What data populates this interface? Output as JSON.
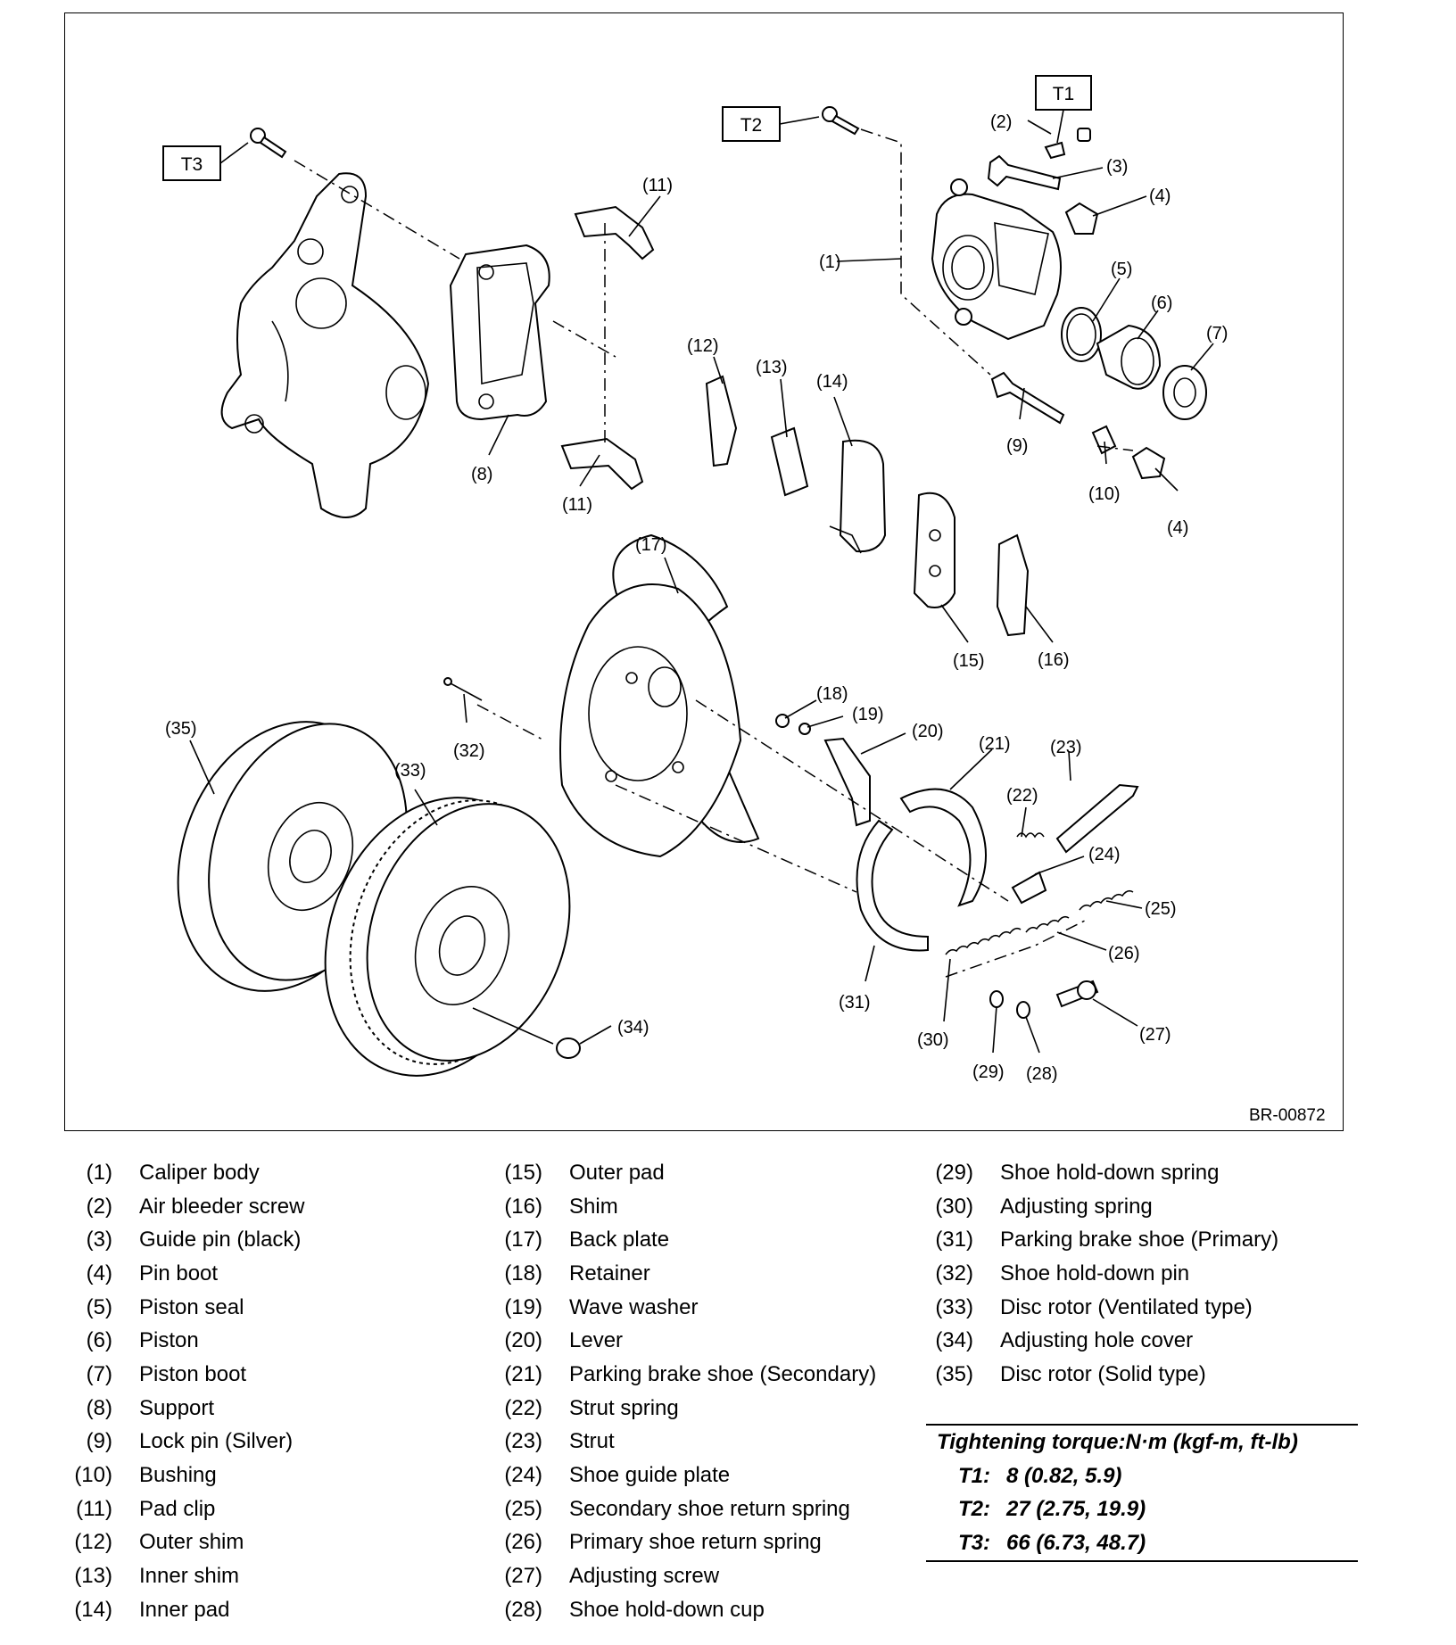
{
  "figure": {
    "code": "BR-00872",
    "torque_boxes": [
      "T1",
      "T2",
      "T3"
    ],
    "callouts": {
      "c1": "(1)",
      "c2": "(2)",
      "c3": "(3)",
      "c4a": "(4)",
      "c4b": "(4)",
      "c5": "(5)",
      "c6": "(6)",
      "c7": "(7)",
      "c8": "(8)",
      "c9": "(9)",
      "c10": "(10)",
      "c11a": "(11)",
      "c11b": "(11)",
      "c12": "(12)",
      "c13": "(13)",
      "c14": "(14)",
      "c15": "(15)",
      "c16": "(16)",
      "c17": "(17)",
      "c18": "(18)",
      "c19": "(19)",
      "c20": "(20)",
      "c21": "(21)",
      "c22": "(22)",
      "c23": "(23)",
      "c24": "(24)",
      "c25": "(25)",
      "c26": "(26)",
      "c27": "(27)",
      "c28": "(28)",
      "c29": "(29)",
      "c30": "(30)",
      "c31": "(31)",
      "c32": "(32)",
      "c33": "(33)",
      "c34": "(34)",
      "c35": "(35)"
    }
  },
  "legend": {
    "col1": [
      {
        "num": "(1)",
        "name": "Caliper body"
      },
      {
        "num": "(2)",
        "name": "Air bleeder screw"
      },
      {
        "num": "(3)",
        "name": "Guide pin (black)"
      },
      {
        "num": "(4)",
        "name": "Pin boot"
      },
      {
        "num": "(5)",
        "name": "Piston seal"
      },
      {
        "num": "(6)",
        "name": "Piston"
      },
      {
        "num": "(7)",
        "name": "Piston boot"
      },
      {
        "num": "(8)",
        "name": "Support"
      },
      {
        "num": "(9)",
        "name": "Lock pin (Silver)"
      },
      {
        "num": "(10)",
        "name": "Bushing"
      },
      {
        "num": "(11)",
        "name": "Pad clip"
      },
      {
        "num": "(12)",
        "name": "Outer shim"
      },
      {
        "num": "(13)",
        "name": "Inner shim"
      },
      {
        "num": "(14)",
        "name": "Inner pad"
      }
    ],
    "col2": [
      {
        "num": "(15)",
        "name": "Outer pad"
      },
      {
        "num": "(16)",
        "name": "Shim"
      },
      {
        "num": "(17)",
        "name": "Back plate"
      },
      {
        "num": "(18)",
        "name": "Retainer"
      },
      {
        "num": "(19)",
        "name": "Wave washer"
      },
      {
        "num": "(20)",
        "name": "Lever"
      },
      {
        "num": "(21)",
        "name": "Parking brake shoe (Secondary)"
      },
      {
        "num": "(22)",
        "name": "Strut spring"
      },
      {
        "num": "(23)",
        "name": "Strut"
      },
      {
        "num": "(24)",
        "name": "Shoe guide plate"
      },
      {
        "num": "(25)",
        "name": "Secondary shoe return spring"
      },
      {
        "num": "(26)",
        "name": "Primary shoe return spring"
      },
      {
        "num": "(27)",
        "name": "Adjusting screw"
      },
      {
        "num": "(28)",
        "name": "Shoe hold-down cup"
      }
    ],
    "col3": [
      {
        "num": "(29)",
        "name": "Shoe hold-down spring"
      },
      {
        "num": "(30)",
        "name": "Adjusting spring"
      },
      {
        "num": "(31)",
        "name": "Parking brake shoe (Primary)"
      },
      {
        "num": "(32)",
        "name": "Shoe hold-down pin"
      },
      {
        "num": "(33)",
        "name": "Disc rotor (Ventilated type)"
      },
      {
        "num": "(34)",
        "name": "Adjusting hole cover"
      },
      {
        "num": "(35)",
        "name": "Disc rotor (Solid type)"
      }
    ]
  },
  "torque": {
    "title": "Tightening torque:N·m (kgf-m, ft-lb)",
    "rows": [
      {
        "key": "T1:",
        "value": "8 (0.82, 5.9)"
      },
      {
        "key": "T2:",
        "value": "27 (2.75, 19.9)"
      },
      {
        "key": "T3:",
        "value": "66 (6.73, 48.7)"
      }
    ]
  }
}
